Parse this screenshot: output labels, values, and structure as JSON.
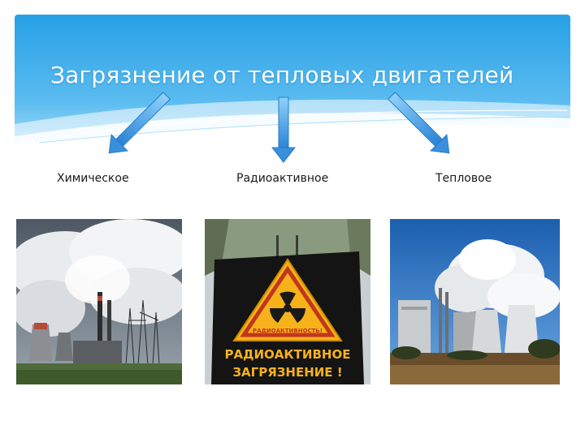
{
  "slide": {
    "title": "Загрязнение от тепловых двигателей",
    "categories": [
      {
        "label": "Химическое"
      },
      {
        "label": "Радиоактивное"
      },
      {
        "label": "Тепловое"
      }
    ],
    "sign": {
      "small_text": "РАДИОАКТИВНОСТЬ!",
      "line1": "РАДИОАКТИВНОЕ",
      "line2": "ЗАГРЯЗНЕНИЕ !"
    },
    "colors": {
      "header_top": "#2fa4e7",
      "header_bottom": "#bfe6fb",
      "arrow": "#3a8fdc",
      "sign_yellow": "#f6b21a"
    }
  }
}
